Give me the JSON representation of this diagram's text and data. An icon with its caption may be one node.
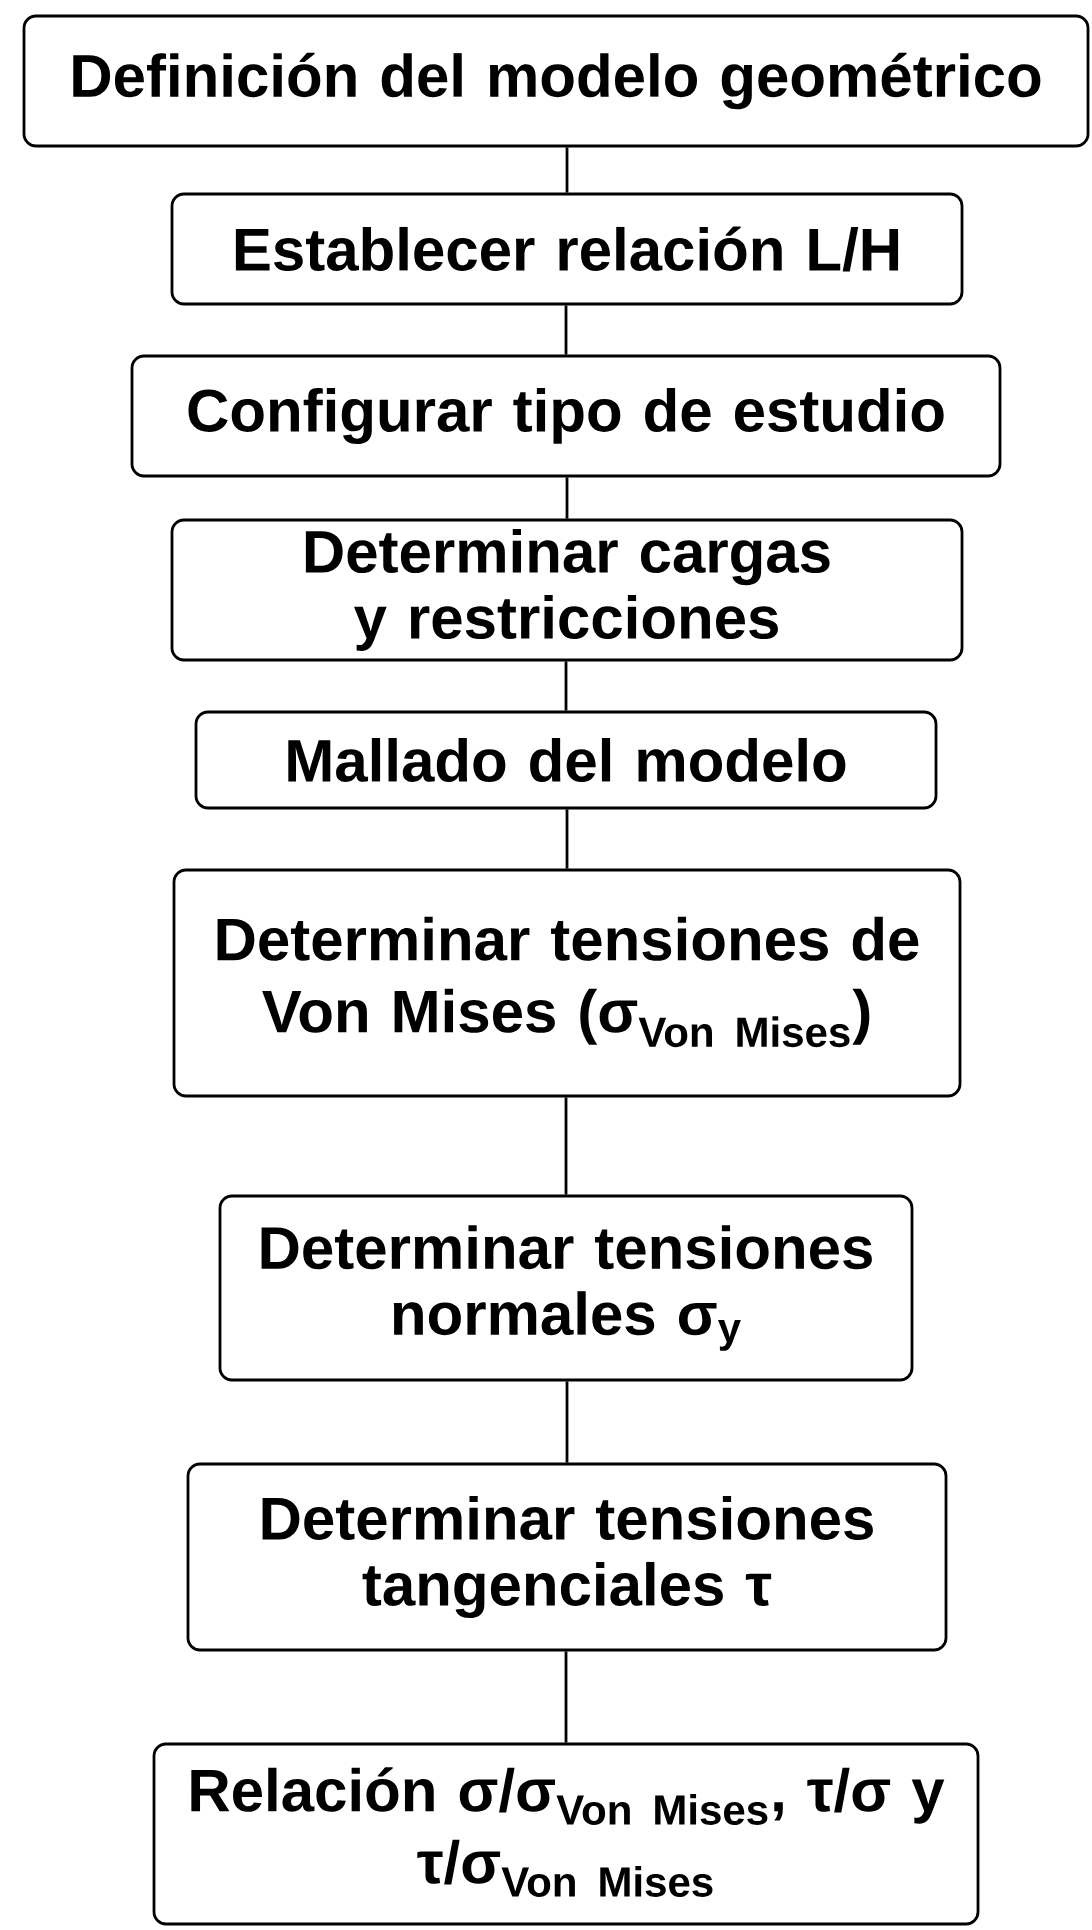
{
  "diagram": {
    "nodes": [
      {
        "text": [
          "Definición del modelo geométrico"
        ]
      },
      {
        "text": [
          "Establecer relación  L/H"
        ]
      },
      {
        "text": [
          "Configurar tipo de estudio"
        ]
      },
      {
        "text": [
          "Determinar cargas y restricciones"
        ]
      },
      {
        "text": [
          "Mallado del modelo"
        ]
      },
      {
        "text": [
          "\\begin{gathered}\\text{Determinar tensiones de}\\\\ \\text{Von Mises (σ}_{\\text{Von Mises}}\\text{)}\\end{gathered}"
        ]
      },
      {
        "text": [
          "Determinar tensiones normales  σ$_{y}$"
        ]
      },
      {
        "text": [
          "Determinar tensiones tangenciales τ"
        ]
      },
      {
        "text": [
          "\\begin{gathered}\\text{Relación σ/σ}_{\\text{Von Mises}}\\text{, τ/σ  y}\\\\ \\text{τ/σ}_{\\text{Von Mises}}\\end{gathered}"
        ]
      }
    ],
    "edges": [
      {
        "from": 0,
        "to": 1,
        "arrow": "none"
      },
      {
        "from": 1,
        "to": 2,
        "arrow": "none"
      },
      {
        "from": 2,
        "to": 3,
        "arrow": "none"
      },
      {
        "from": 3,
        "to": 4,
        "arrow": "none"
      },
      {
        "from": 4,
        "to": 5,
        "arrow": "none"
      },
      {
        "from": 5,
        "to": 6,
        "arrow": "none"
      },
      {
        "from": 6,
        "to": 7,
        "arrow": "none"
      },
      {
        "from": 7,
        "to": 8,
        "arrow": "none"
      }
    ]
  }
}
